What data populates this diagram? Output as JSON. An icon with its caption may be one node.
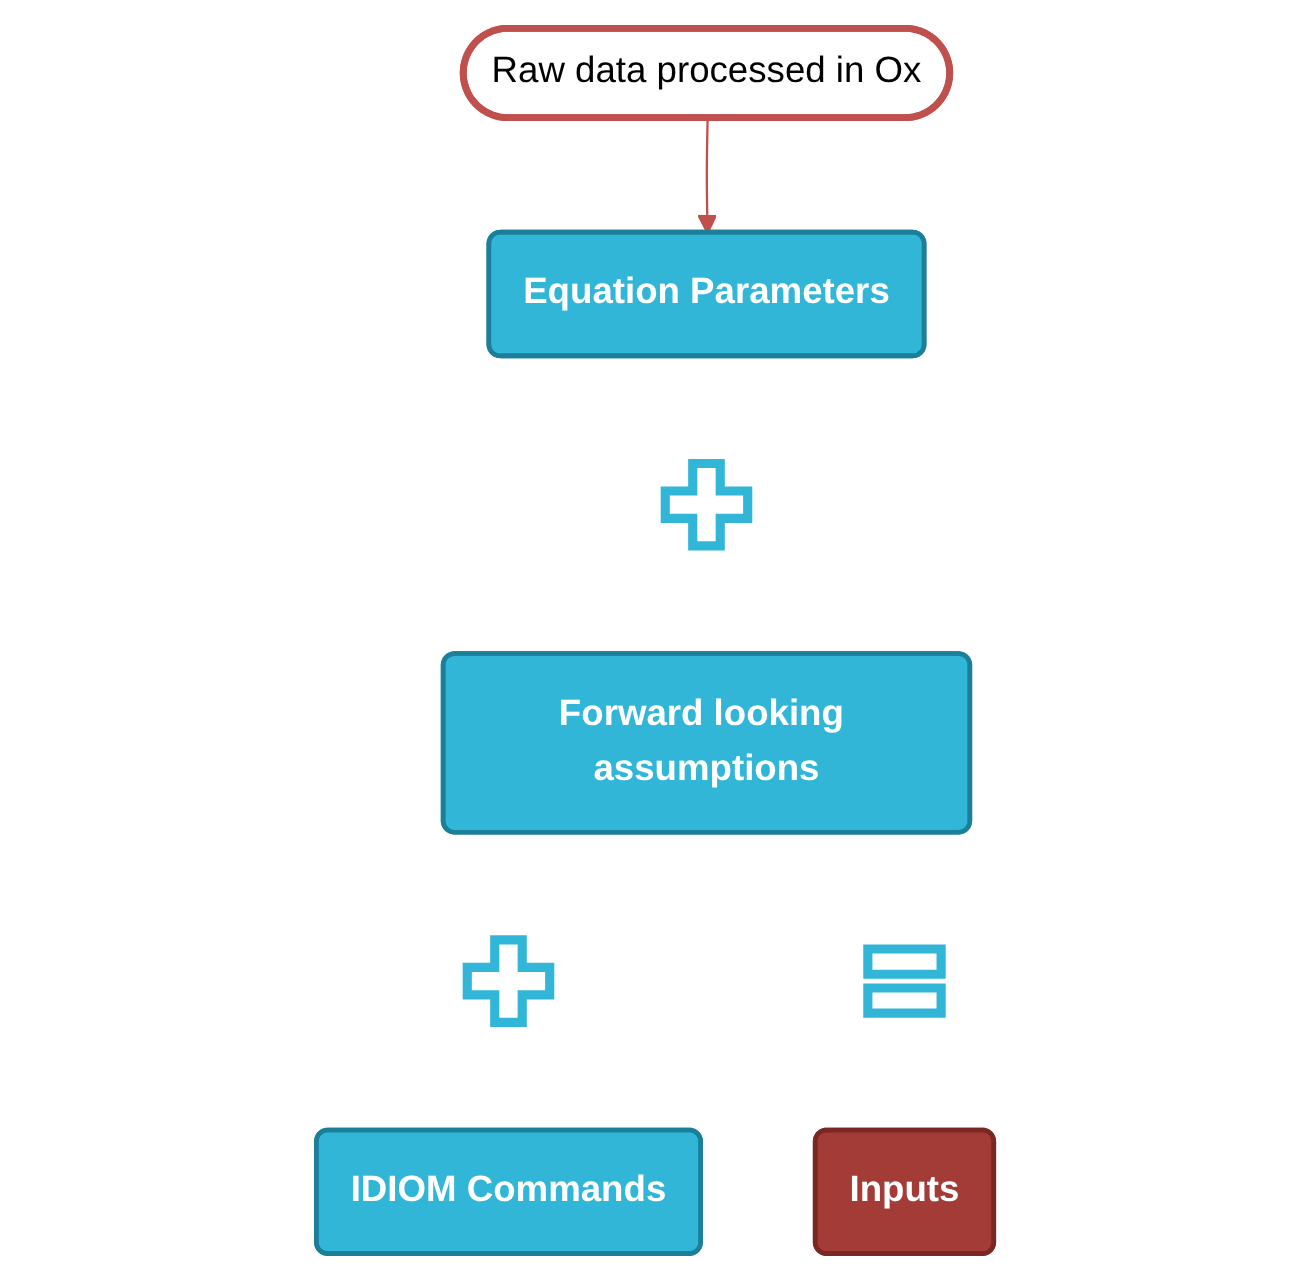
{
  "diagram": {
    "nodes": [
      {
        "text": [
          "Raw data processed in Ox"
        ]
      },
      {
        "text": [
          "Equation Parameters"
        ]
      },
      {
        "text": [],
        "shape": "plus"
      },
      {
        "text": [
          "Forward looking assumptions"
        ]
      },
      {
        "text": [],
        "shape": "equals"
      },
      {
        "text": [
          "Inputs"
        ]
      },
      {
        "text": [],
        "shape": "plus"
      },
      {
        "text": [
          "IDIOM Commands"
        ]
      }
    ],
    "edges": [
      {
        "from": 0,
        "to": 1,
        "arrow": "to",
        "color": "#c0504d"
      }
    ]
  }
}
